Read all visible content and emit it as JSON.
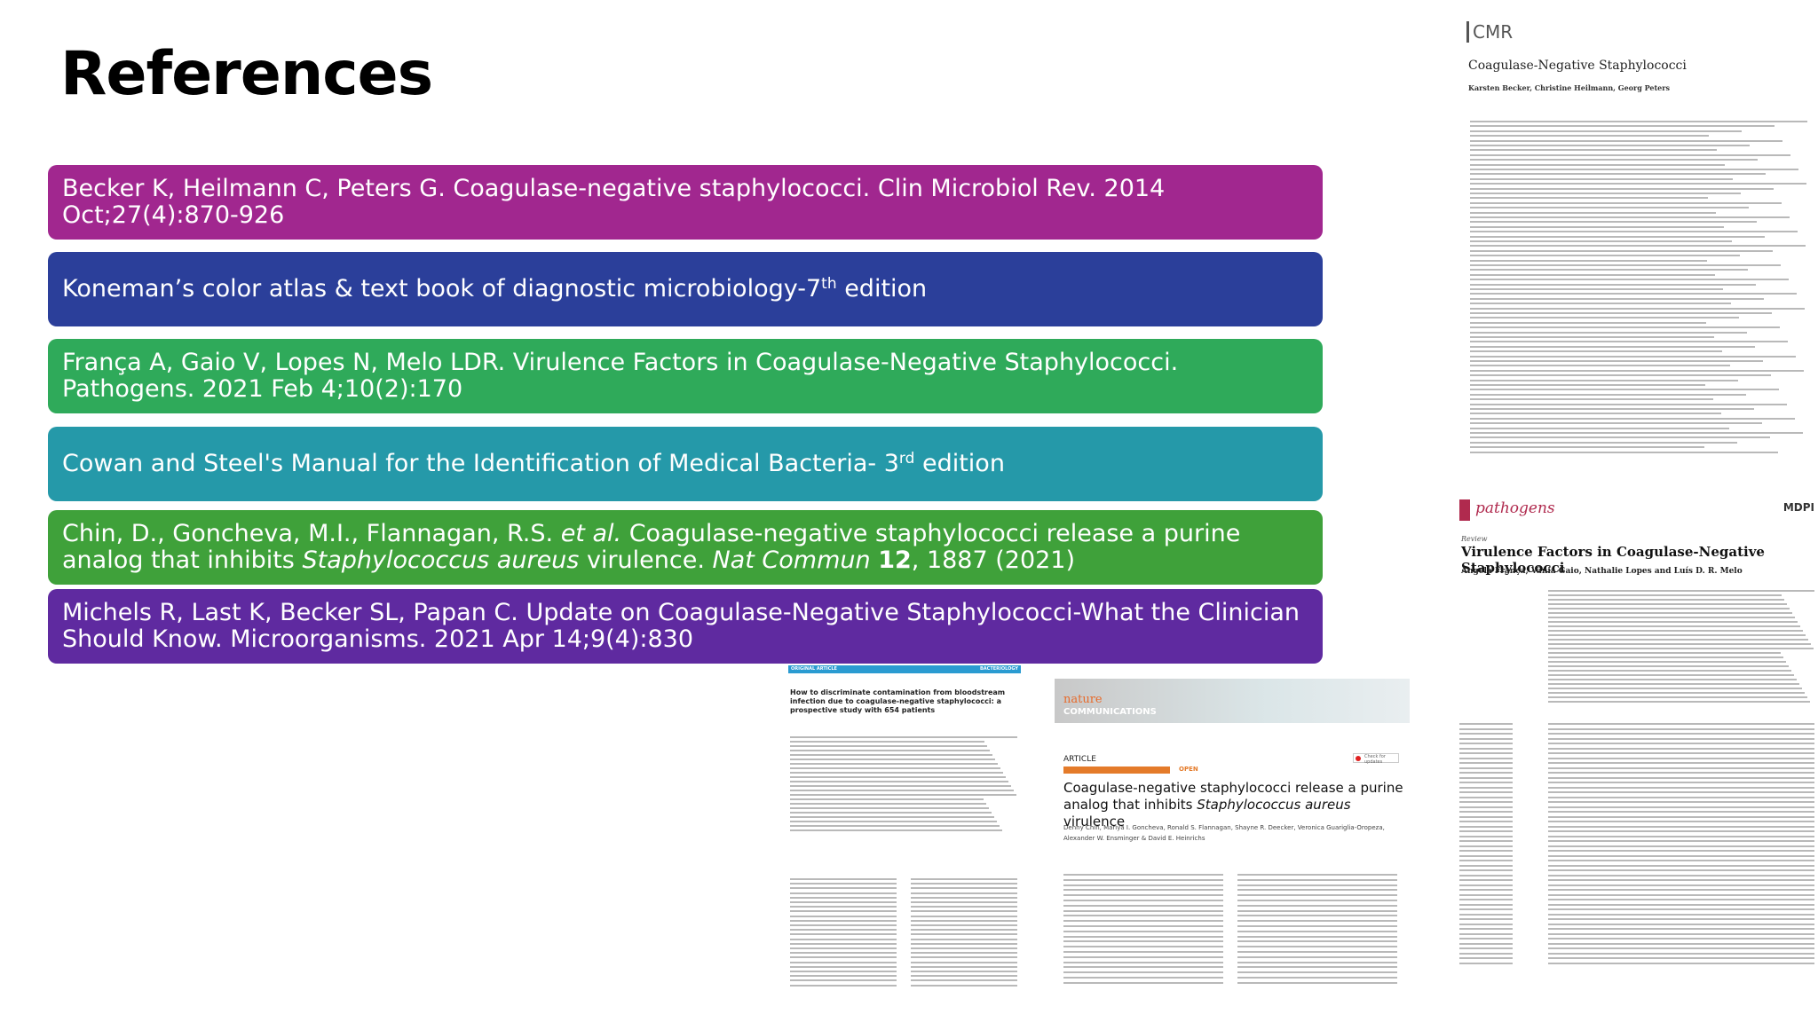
{
  "title": "References",
  "references": [
    {
      "text": "Becker K, Heilmann C, Peters G. Coagulase-negative staphylococci. Clin Microbiol Rev. 2014 Oct;27(4):870-926"
    },
    {
      "pre": "Koneman’s color atlas & text book of diagnostic microbiology-7",
      "sup": "th",
      "post": " edition"
    },
    {
      "text": "França A, Gaio V, Lopes N, Melo LDR. Virulence Factors in Coagulase-Negative Staphylococci. Pathogens. 2021 Feb 4;10(2):170"
    },
    {
      "pre": "Cowan and Steel's Manual for the Identification of Medical Bacteria- 3",
      "sup": "rd",
      "post": " edition"
    },
    {
      "a": "Chin, D., Goncheva, M.I., Flannagan, R.S. ",
      "b_it": "et al.",
      "c": " Coagulase-negative staphylococci release a purine analog that inhibits ",
      "d_it": "Staphylococcus aureus",
      "e": " virulence. ",
      "f_it": "Nat Commun",
      "g": " ",
      "h_b": "12",
      "i": ", 1887 (2021)"
    },
    {
      "text": "Michels R, Last K, Becker SL, Papan C. Update on Coagulase-Negative Staphylococci-What the Clinician Should Know. Microorganisms. 2021 Apr 14;9(4):830"
    }
  ],
  "thumbs": {
    "cmr": {
      "logo": "CMR",
      "title": "Coagulase-Negative Staphylococci",
      "authors": "Karsten Becker, Christine Heilmann, Georg Peters"
    },
    "pathogens": {
      "journal": "pathogens",
      "publisher": "MDPI",
      "type": "Review",
      "title": "Virulence Factors in Coagulase-Negative Staphylococci",
      "authors": "Angela França, Vânia Gaio, Nathalie Lopes and Luís D. R. Melo"
    },
    "bact": {
      "left_tag": "ORIGINAL ARTICLE",
      "right_tag": "BACTERIOLOGY",
      "title": "How to discriminate contamination from bloodstream infection due to coagulase-negative staphylococci: a prospective study with 654 patients"
    },
    "nature": {
      "logo1": "nature",
      "logo2": "COMMUNICATIONS",
      "article": "ARTICLE",
      "open": "OPEN",
      "check": "Check for updates",
      "title1": "Coagulase-negative staphylococci release a purine",
      "title2": "analog that inhibits ",
      "title2_it": "Staphylococcus aureus",
      "title2_end": " virulence",
      "authors": "Denny Chin, Mariya I. Goncheva, Ronald S. Flannagan, Shayne R. Deecker, Veronica Guariglia-Oropeza, Alexander W. Ensminger & David E. Heinrichs"
    }
  }
}
